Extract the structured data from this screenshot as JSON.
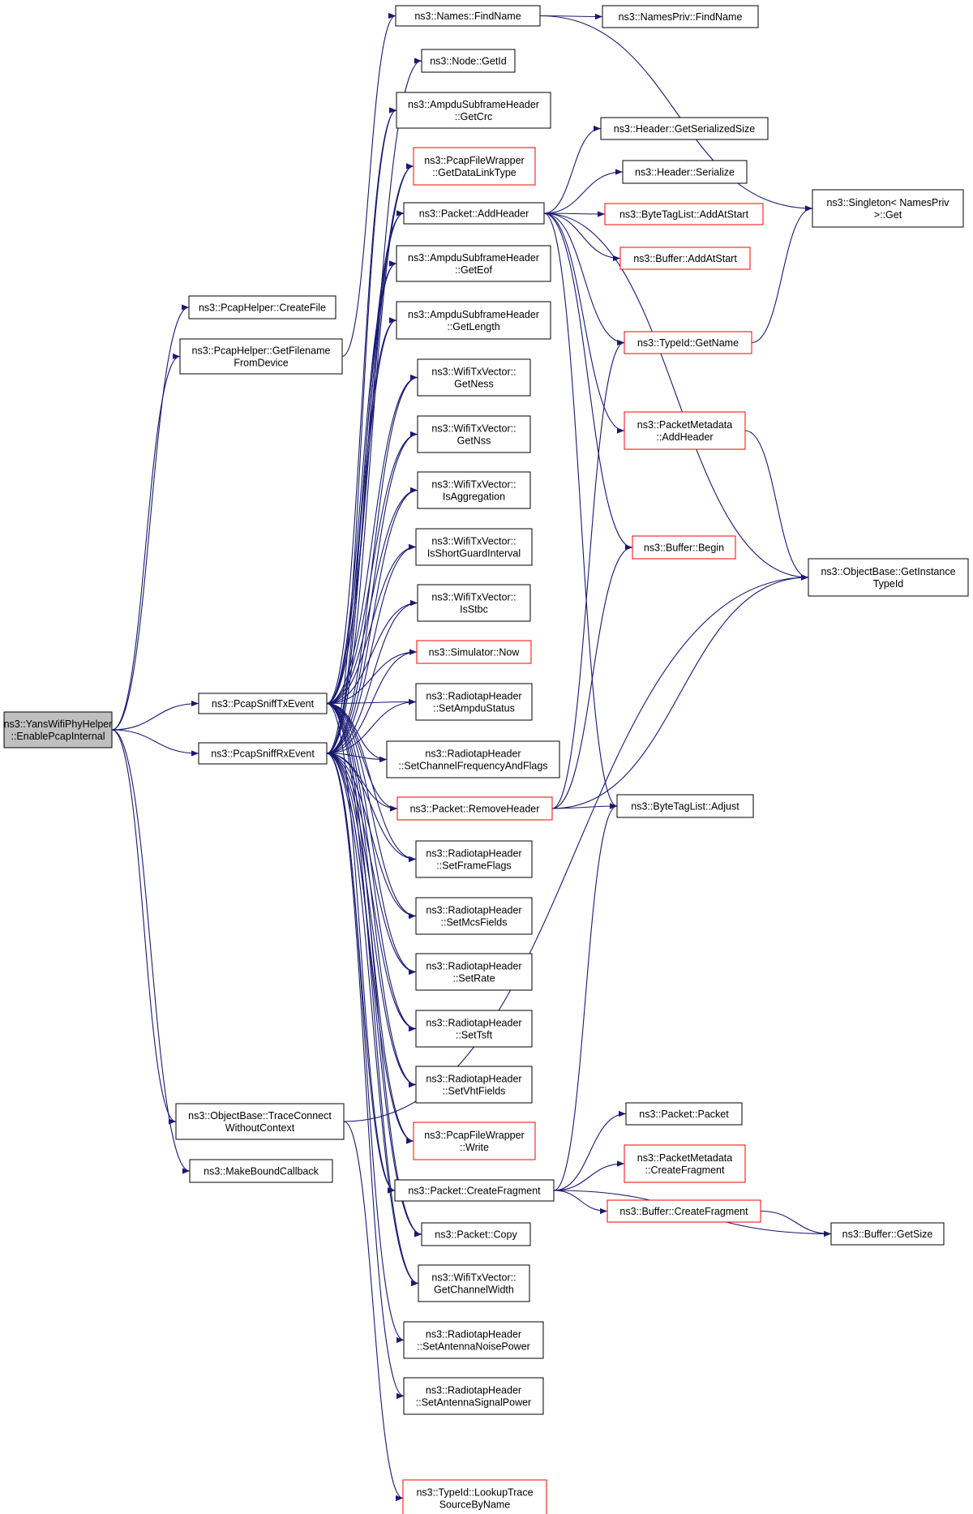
{
  "diagram": {
    "root": "ns3::YansWifiPhyHelper::EnablePcapInternal",
    "colors": {
      "edge": "#191970",
      "normal_border": "#000000",
      "truncated_border": "#ff0000",
      "root_fill": "#bfbfbf",
      "node_fill": "#ffffff"
    },
    "nodes": [
      {
        "id": "root",
        "lines": [
          "ns3::YansWifiPhyHelper",
          "::EnablePcapInternal"
        ],
        "style": "root"
      },
      {
        "id": "pcap-create-file",
        "lines": [
          "ns3::PcapHelper::CreateFile"
        ],
        "style": "normal"
      },
      {
        "id": "pcap-get-filename",
        "lines": [
          "ns3::PcapHelper::GetFilename",
          "FromDevice"
        ],
        "style": "normal"
      },
      {
        "id": "sniff-tx",
        "lines": [
          "ns3::PcapSniffTxEvent"
        ],
        "style": "normal"
      },
      {
        "id": "sniff-rx",
        "lines": [
          "ns3::PcapSniffRxEvent"
        ],
        "style": "normal"
      },
      {
        "id": "trace-connect",
        "lines": [
          "ns3::ObjectBase::TraceConnect",
          "WithoutContext"
        ],
        "style": "normal"
      },
      {
        "id": "make-bound-cb",
        "lines": [
          "ns3::MakeBoundCallback"
        ],
        "style": "normal"
      },
      {
        "id": "names-findname",
        "lines": [
          "ns3::Names::FindName"
        ],
        "style": "normal"
      },
      {
        "id": "node-getid",
        "lines": [
          "ns3::Node::GetId"
        ],
        "style": "normal"
      },
      {
        "id": "ampdu-getcrc",
        "lines": [
          "ns3::AmpduSubframeHeader",
          "::GetCrc"
        ],
        "style": "normal"
      },
      {
        "id": "pcapfw-getdlt",
        "lines": [
          "ns3::PcapFileWrapper",
          "::GetDataLinkType"
        ],
        "style": "truncated"
      },
      {
        "id": "packet-addheader",
        "lines": [
          "ns3::Packet::AddHeader"
        ],
        "style": "normal"
      },
      {
        "id": "ampdu-geteof",
        "lines": [
          "ns3::AmpduSubframeHeader",
          "::GetEof"
        ],
        "style": "normal"
      },
      {
        "id": "ampdu-getlength",
        "lines": [
          "ns3::AmpduSubframeHeader",
          "::GetLength"
        ],
        "style": "normal"
      },
      {
        "id": "txv-getness",
        "lines": [
          "ns3::WifiTxVector::",
          "GetNess"
        ],
        "style": "normal"
      },
      {
        "id": "txv-getnss",
        "lines": [
          "ns3::WifiTxVector::",
          "GetNss"
        ],
        "style": "normal"
      },
      {
        "id": "txv-isagg",
        "lines": [
          "ns3::WifiTxVector::",
          "IsAggregation"
        ],
        "style": "normal"
      },
      {
        "id": "txv-issgi",
        "lines": [
          "ns3::WifiTxVector::",
          "IsShortGuardInterval"
        ],
        "style": "normal"
      },
      {
        "id": "txv-isstbc",
        "lines": [
          "ns3::WifiTxVector::",
          "IsStbc"
        ],
        "style": "normal"
      },
      {
        "id": "sim-now",
        "lines": [
          "ns3::Simulator::Now"
        ],
        "style": "truncated"
      },
      {
        "id": "rt-setampdu",
        "lines": [
          "ns3::RadiotapHeader",
          "::SetAmpduStatus"
        ],
        "style": "normal"
      },
      {
        "id": "rt-setchan",
        "lines": [
          "ns3::RadiotapHeader",
          "::SetChannelFrequencyAndFlags"
        ],
        "style": "normal"
      },
      {
        "id": "packet-removeheader",
        "lines": [
          "ns3::Packet::RemoveHeader"
        ],
        "style": "truncated"
      },
      {
        "id": "rt-setframeflags",
        "lines": [
          "ns3::RadiotapHeader",
          "::SetFrameFlags"
        ],
        "style": "normal"
      },
      {
        "id": "rt-setmcs",
        "lines": [
          "ns3::RadiotapHeader",
          "::SetMcsFields"
        ],
        "style": "normal"
      },
      {
        "id": "rt-setrate",
        "lines": [
          "ns3::RadiotapHeader",
          "::SetRate"
        ],
        "style": "normal"
      },
      {
        "id": "rt-settsft",
        "lines": [
          "ns3::RadiotapHeader",
          "::SetTsft"
        ],
        "style": "normal"
      },
      {
        "id": "rt-setvht",
        "lines": [
          "ns3::RadiotapHeader",
          "::SetVhtFields"
        ],
        "style": "normal"
      },
      {
        "id": "pcapfw-write",
        "lines": [
          "ns3::PcapFileWrapper",
          "::Write"
        ],
        "style": "truncated"
      },
      {
        "id": "packet-createfrag",
        "lines": [
          "ns3::Packet::CreateFragment"
        ],
        "style": "normal"
      },
      {
        "id": "packet-copy",
        "lines": [
          "ns3::Packet::Copy"
        ],
        "style": "normal"
      },
      {
        "id": "txv-getcw",
        "lines": [
          "ns3::WifiTxVector::",
          "GetChannelWidth"
        ],
        "style": "normal"
      },
      {
        "id": "rt-antnoise",
        "lines": [
          "ns3::RadiotapHeader",
          "::SetAntennaNoisePower"
        ],
        "style": "normal"
      },
      {
        "id": "rt-antsignal",
        "lines": [
          "ns3::RadiotapHeader",
          "::SetAntennaSignalPower"
        ],
        "style": "normal"
      },
      {
        "id": "typeid-lookup",
        "lines": [
          "ns3::TypeId::LookupTrace",
          "SourceByName"
        ],
        "style": "truncated"
      },
      {
        "id": "namespriv-findname",
        "lines": [
          "ns3::NamesPriv::FindName"
        ],
        "style": "normal"
      },
      {
        "id": "header-getsersize",
        "lines": [
          "ns3::Header::GetSerializedSize"
        ],
        "style": "normal"
      },
      {
        "id": "header-serialize",
        "lines": [
          "ns3::Header::Serialize"
        ],
        "style": "normal"
      },
      {
        "id": "btl-addatstart",
        "lines": [
          "ns3::ByteTagList::AddAtStart"
        ],
        "style": "truncated"
      },
      {
        "id": "buffer-addatstart",
        "lines": [
          "ns3::Buffer::AddAtStart"
        ],
        "style": "truncated"
      },
      {
        "id": "typeid-getname",
        "lines": [
          "ns3::TypeId::GetName"
        ],
        "style": "truncated"
      },
      {
        "id": "pm-addheader",
        "lines": [
          "ns3::PacketMetadata",
          "::AddHeader"
        ],
        "style": "truncated"
      },
      {
        "id": "buffer-begin",
        "lines": [
          "ns3::Buffer::Begin"
        ],
        "style": "truncated"
      },
      {
        "id": "btl-adjust",
        "lines": [
          "ns3::ByteTagList::Adjust"
        ],
        "style": "normal"
      },
      {
        "id": "packet-packet",
        "lines": [
          "ns3::Packet::Packet"
        ],
        "style": "normal"
      },
      {
        "id": "pm-createfrag",
        "lines": [
          "ns3::PacketMetadata",
          "::CreateFragment"
        ],
        "style": "truncated"
      },
      {
        "id": "buffer-createfrag",
        "lines": [
          "ns3::Buffer::CreateFragment"
        ],
        "style": "truncated"
      },
      {
        "id": "singleton-get",
        "lines": [
          "ns3::Singleton< NamesPriv",
          ">::Get"
        ],
        "style": "normal"
      },
      {
        "id": "objbase-getinst",
        "lines": [
          "ns3::ObjectBase::GetInstance",
          "TypeId"
        ],
        "style": "normal"
      },
      {
        "id": "buffer-getsize",
        "lines": [
          "ns3::Buffer::GetSize"
        ],
        "style": "normal"
      }
    ],
    "edges": [
      [
        "root",
        "pcap-create-file"
      ],
      [
        "root",
        "pcap-get-filename"
      ],
      [
        "root",
        "sniff-tx"
      ],
      [
        "root",
        "sniff-rx"
      ],
      [
        "root",
        "trace-connect"
      ],
      [
        "root",
        "make-bound-cb"
      ],
      [
        "pcap-get-filename",
        "names-findname"
      ],
      [
        "sniff-tx",
        "node-getid"
      ],
      [
        "sniff-tx",
        "ampdu-getcrc"
      ],
      [
        "sniff-tx",
        "pcapfw-getdlt"
      ],
      [
        "sniff-tx",
        "packet-addheader"
      ],
      [
        "sniff-tx",
        "ampdu-geteof"
      ],
      [
        "sniff-tx",
        "ampdu-getlength"
      ],
      [
        "sniff-tx",
        "txv-getness"
      ],
      [
        "sniff-tx",
        "txv-getnss"
      ],
      [
        "sniff-tx",
        "txv-isagg"
      ],
      [
        "sniff-tx",
        "txv-issgi"
      ],
      [
        "sniff-tx",
        "txv-isstbc"
      ],
      [
        "sniff-tx",
        "sim-now"
      ],
      [
        "sniff-tx",
        "rt-setampdu"
      ],
      [
        "sniff-tx",
        "rt-setchan"
      ],
      [
        "sniff-tx",
        "packet-removeheader"
      ],
      [
        "sniff-tx",
        "rt-setframeflags"
      ],
      [
        "sniff-tx",
        "rt-setmcs"
      ],
      [
        "sniff-tx",
        "rt-setrate"
      ],
      [
        "sniff-tx",
        "rt-settsft"
      ],
      [
        "sniff-tx",
        "rt-setvht"
      ],
      [
        "sniff-tx",
        "pcapfw-write"
      ],
      [
        "sniff-tx",
        "packet-createfrag"
      ],
      [
        "sniff-tx",
        "packet-copy"
      ],
      [
        "sniff-tx",
        "txv-getcw"
      ],
      [
        "sniff-rx",
        "ampdu-getcrc"
      ],
      [
        "sniff-rx",
        "pcapfw-getdlt"
      ],
      [
        "sniff-rx",
        "packet-addheader"
      ],
      [
        "sniff-rx",
        "ampdu-geteof"
      ],
      [
        "sniff-rx",
        "ampdu-getlength"
      ],
      [
        "sniff-rx",
        "txv-getness"
      ],
      [
        "sniff-rx",
        "txv-getnss"
      ],
      [
        "sniff-rx",
        "txv-isagg"
      ],
      [
        "sniff-rx",
        "txv-issgi"
      ],
      [
        "sniff-rx",
        "txv-isstbc"
      ],
      [
        "sniff-rx",
        "sim-now"
      ],
      [
        "sniff-rx",
        "rt-setampdu"
      ],
      [
        "sniff-rx",
        "rt-setchan"
      ],
      [
        "sniff-rx",
        "packet-removeheader"
      ],
      [
        "sniff-rx",
        "rt-setframeflags"
      ],
      [
        "sniff-rx",
        "rt-setmcs"
      ],
      [
        "sniff-rx",
        "rt-setrate"
      ],
      [
        "sniff-rx",
        "rt-settsft"
      ],
      [
        "sniff-rx",
        "rt-setvht"
      ],
      [
        "sniff-rx",
        "pcapfw-write"
      ],
      [
        "sniff-rx",
        "packet-createfrag"
      ],
      [
        "sniff-rx",
        "packet-copy"
      ],
      [
        "sniff-rx",
        "txv-getcw"
      ],
      [
        "sniff-rx",
        "rt-antnoise"
      ],
      [
        "sniff-rx",
        "rt-antsignal"
      ],
      [
        "trace-connect",
        "typeid-lookup"
      ],
      [
        "trace-connect",
        "objbase-getinst"
      ],
      [
        "names-findname",
        "namespriv-findname"
      ],
      [
        "names-findname",
        "singleton-get"
      ],
      [
        "packet-addheader",
        "header-getsersize"
      ],
      [
        "packet-addheader",
        "header-serialize"
      ],
      [
        "packet-addheader",
        "btl-addatstart"
      ],
      [
        "packet-addheader",
        "buffer-addatstart"
      ],
      [
        "packet-addheader",
        "typeid-getname"
      ],
      [
        "packet-addheader",
        "pm-addheader"
      ],
      [
        "packet-addheader",
        "buffer-begin"
      ],
      [
        "packet-addheader",
        "btl-adjust"
      ],
      [
        "packet-addheader",
        "objbase-getinst"
      ],
      [
        "packet-removeheader",
        "typeid-getname"
      ],
      [
        "packet-removeheader",
        "buffer-begin"
      ],
      [
        "packet-removeheader",
        "btl-adjust"
      ],
      [
        "packet-removeheader",
        "objbase-getinst"
      ],
      [
        "packet-createfrag",
        "packet-packet"
      ],
      [
        "packet-createfrag",
        "pm-createfrag"
      ],
      [
        "packet-createfrag",
        "buffer-createfrag"
      ],
      [
        "packet-createfrag",
        "btl-adjust"
      ],
      [
        "packet-createfrag",
        "buffer-getsize"
      ],
      [
        "typeid-getname",
        "singleton-get"
      ],
      [
        "pm-addheader",
        "objbase-getinst"
      ],
      [
        "buffer-createfrag",
        "buffer-getsize"
      ]
    ]
  }
}
